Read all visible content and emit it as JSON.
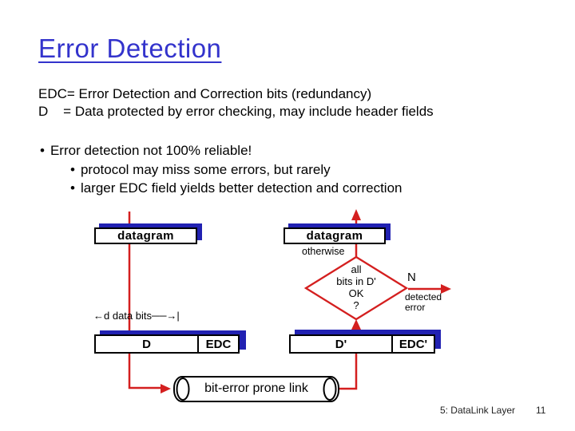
{
  "colors": {
    "accent_red": "#d41f1f",
    "accent_blue": "#2121b2",
    "title_blue": "#3333cc"
  },
  "title": "Error Detection",
  "definitions": {
    "line1": "EDC= Error Detection and Correction bits (redundancy)",
    "line2": "D    = Data protected by error checking, may include header fields"
  },
  "bullets": {
    "marker": "•",
    "main": "Error detection not 100% reliable!",
    "sub": [
      "protocol may miss some errors, but rarely",
      "larger EDC field yields better detection and correction"
    ]
  },
  "diagram": {
    "sender_box": "datagram",
    "receiver_box": "datagram",
    "data_bits_label": "←d data bits──→|",
    "sender_frame": {
      "d": "D",
      "edc": "EDC"
    },
    "receiver_frame": {
      "d": "D'",
      "edc": "EDC'"
    },
    "otherwise_label": "otherwise",
    "decision_lines": [
      "all",
      "bits in D'",
      "OK",
      "?"
    ],
    "no_branch_label": "N",
    "detected_line1": "detected",
    "detected_line2": "error",
    "link_label": "bit-error prone link"
  },
  "footer": {
    "section": "5: DataLink Layer",
    "page": "11"
  }
}
